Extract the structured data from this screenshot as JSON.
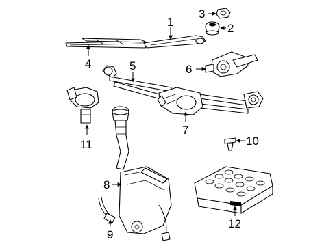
{
  "callouts": [
    {
      "id": "1",
      "text": "1",
      "part": "wiper-arm"
    },
    {
      "id": "2",
      "text": "2",
      "part": "pivot-cap"
    },
    {
      "id": "3",
      "text": "3",
      "part": "pivot-nut"
    },
    {
      "id": "4",
      "text": "4",
      "part": "wiper-blade"
    },
    {
      "id": "5",
      "text": "5",
      "part": "wiper-linkage"
    },
    {
      "id": "6",
      "text": "6",
      "part": "wiper-motor-bracket"
    },
    {
      "id": "7",
      "text": "7",
      "part": "wiper-motor"
    },
    {
      "id": "8",
      "text": "8",
      "part": "washer-reservoir"
    },
    {
      "id": "9",
      "text": "9",
      "part": "washer-hose"
    },
    {
      "id": "10",
      "text": "10",
      "part": "retainer-clip"
    },
    {
      "id": "11",
      "text": "11",
      "part": "washer-pump"
    },
    {
      "id": "12",
      "text": "12",
      "part": "control-module"
    }
  ]
}
